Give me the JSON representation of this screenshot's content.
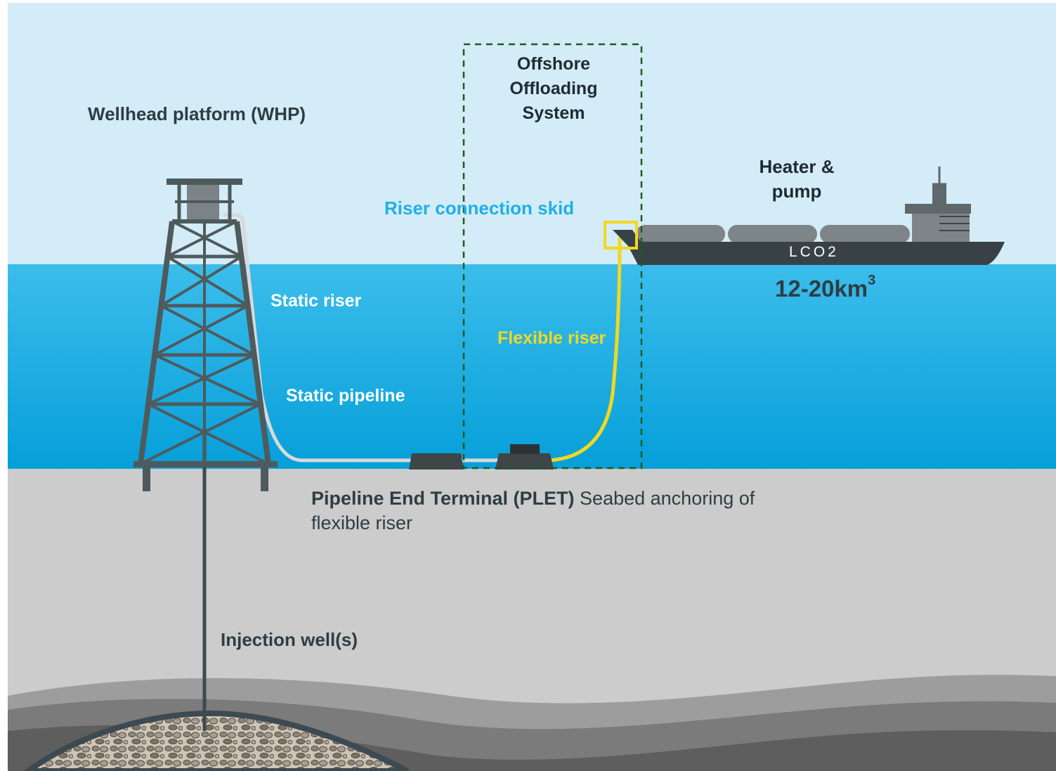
{
  "labels": {
    "wellhead_platform": "Wellhead platform (WHP)",
    "offloading_system": "Offshore Offloading System",
    "heater_pump": "Heater & pump",
    "riser_skid": "Riser connection skid",
    "static_riser": "Static riser",
    "static_pipeline": "Static pipeline",
    "flexible_riser": "Flexible riser",
    "volume_value": "12-20km",
    "volume_exponent": "3",
    "ship_name": "LCO2",
    "plet_bold": "Pipeline End Terminal (PLET)",
    "plet_rest": " Seabed anchoring of flexible riser",
    "injection_well": "Injection well(s)"
  },
  "colors": {
    "sky": "#d3ecf7",
    "sea_top": "#3bbdeb",
    "sea_bottom": "#069fd9",
    "seabed": "#cccccc",
    "structure": "#4f5a5d",
    "ship_hull": "#384246",
    "static_pipe": "#d9d9d9",
    "flexible_riser": "#f2d81e",
    "skid_label": "#1fb0e6",
    "dashed_box": "#1e5a1e"
  }
}
